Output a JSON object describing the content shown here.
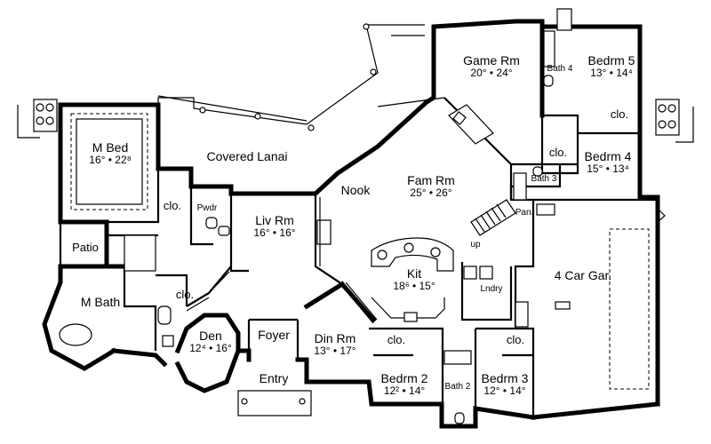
{
  "rooms": {
    "game_rm": {
      "name": "Game Rm",
      "dims": "20° • 24°"
    },
    "bedrm5": {
      "name": "Bedrm 5",
      "dims": "13° • 14⁴"
    },
    "bath4": {
      "name": "Bath 4"
    },
    "clo_b5": {
      "name": "clo."
    },
    "bedrm4": {
      "name": "Bedrm 4",
      "dims": "15° • 13⁴"
    },
    "clo_b4": {
      "name": "clo."
    },
    "bath3": {
      "name": "Bath 3"
    },
    "pan": {
      "name": "Pan."
    },
    "m_bed": {
      "name": "M Bed",
      "dims": "16° • 22⁸"
    },
    "covered_lanai": {
      "name": "Covered Lanai"
    },
    "nook": {
      "name": "Nook"
    },
    "fam_rm": {
      "name": "Fam Rm",
      "dims": "25° • 26°"
    },
    "clo_mbed": {
      "name": "clo."
    },
    "pwdr": {
      "name": "Pwdr"
    },
    "liv_rm": {
      "name": "Liv Rm",
      "dims": "16° • 16°"
    },
    "patio": {
      "name": "Patio"
    },
    "m_bath": {
      "name": "M Bath"
    },
    "clo_den": {
      "name": "clo."
    },
    "kit": {
      "name": "Kit",
      "dims": "18⁶ • 15°"
    },
    "up": {
      "name": "up"
    },
    "lndry": {
      "name": "Lndry"
    },
    "garage": {
      "name": "4 Car Gar."
    },
    "den": {
      "name": "Den",
      "dims": "12⁴ • 16°"
    },
    "foyer": {
      "name": "Foyer"
    },
    "din_rm": {
      "name": "Din Rm",
      "dims": "13° • 17°"
    },
    "entry": {
      "name": "Entry"
    },
    "clo_b2": {
      "name": "clo."
    },
    "bedrm2": {
      "name": "Bedrm 2",
      "dims": "12² • 14°"
    },
    "bath2": {
      "name": "Bath 2"
    },
    "clo_b3": {
      "name": "clo."
    },
    "bedrm3": {
      "name": "Bedrm 3",
      "dims": "12° • 14°"
    }
  }
}
